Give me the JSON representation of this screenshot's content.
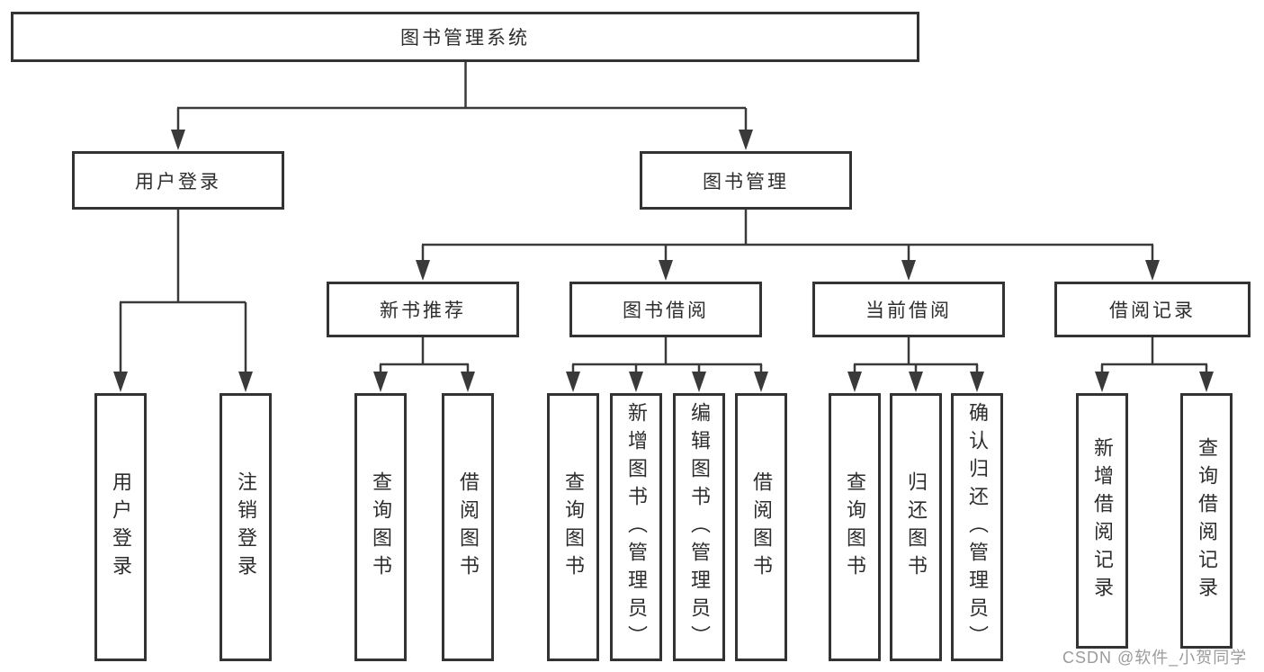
{
  "diagram": {
    "root": "图书管理系统",
    "level2": [
      "用户登录",
      "图书管理"
    ],
    "level3": [
      "新书推荐",
      "图书借阅",
      "当前借阅",
      "借阅记录"
    ],
    "leaves": {
      "user_login": [
        "用户登录",
        "注销登录"
      ],
      "new_book": [
        "查询图书",
        "借阅图书"
      ],
      "book_borrow": [
        "查询图书",
        "新增图书（管理员）",
        "编辑图书（管理员）",
        "借阅图书"
      ],
      "current_borrow": [
        "查询图书",
        "归还图书",
        "确认归还（管理员）"
      ],
      "borrow_record": [
        "新增借阅记录",
        "查询借阅记录"
      ]
    }
  },
  "watermark": "CSDN @软件_小贺同学",
  "colors": {
    "line": "#3a3a3a",
    "border": "#333333",
    "text": "#2d2d2d",
    "watermark": "#9b9b9b",
    "background": "#ffffff"
  }
}
